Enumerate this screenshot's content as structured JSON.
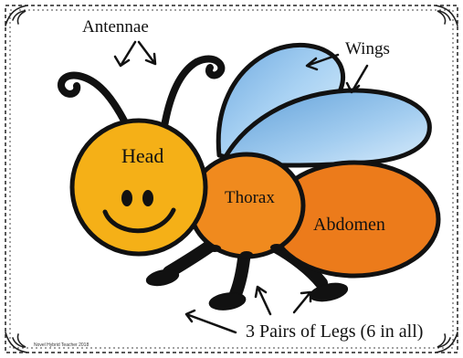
{
  "labels": {
    "antennae": "Antennae",
    "wings": "Wings",
    "head": "Head",
    "thorax": "Thorax",
    "abdomen": "Abdomen",
    "legs": "3 Pairs of Legs (6 in all)"
  },
  "credit": "Novel Hybrid Teacher 2018",
  "colors": {
    "head": "#f5b017",
    "thorax": "#f08a1e",
    "abdomen": "#ec7b1b",
    "wing": "#9cc8ee",
    "outline": "#111111",
    "background": "#ffffff"
  }
}
